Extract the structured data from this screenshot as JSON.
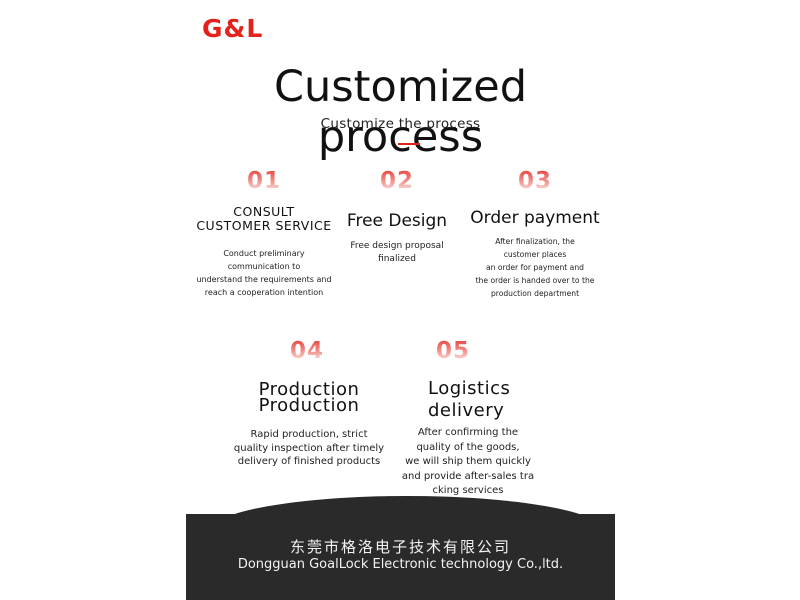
{
  "brand": {
    "logo": "G&L"
  },
  "header": {
    "title": "Customized process",
    "subtitle": "Customize the process"
  },
  "steps": [
    {
      "num": "01",
      "title": [
        "CONSULT",
        "CUSTOMER SERVICE"
      ],
      "desc": [
        "Conduct preliminary",
        "communication to",
        "understand the requirements and",
        "reach a cooperation intention"
      ]
    },
    {
      "num": "02",
      "title": [
        "Free Design"
      ],
      "desc": [
        "Free design proposal",
        "finalized"
      ]
    },
    {
      "num": "03",
      "title": [
        "Order payment"
      ],
      "desc": [
        "After finalization, the",
        "customer places",
        "an order for payment and",
        "the order is handed over to the",
        "production department"
      ]
    },
    {
      "num": "04",
      "title": [
        "Production",
        "Production"
      ],
      "desc": [
        "Rapid production, strict",
        "quality inspection after timely",
        "delivery of finished products"
      ]
    },
    {
      "num": "05",
      "title": [
        "Logistics",
        "delivery"
      ],
      "desc": [
        "After confirming the",
        "quality of the goods,",
        "we will ship them quickly",
        "and provide after-sales tra",
        "cking services"
      ]
    }
  ],
  "footer": {
    "company_cn": "东莞市格洛电子技术有限公司",
    "company_en": "Dongguan GoalLock Electronic technology Co.,ltd."
  },
  "colors": {
    "accent": "#e3231b",
    "footer_bg": "#2a2a2a"
  }
}
